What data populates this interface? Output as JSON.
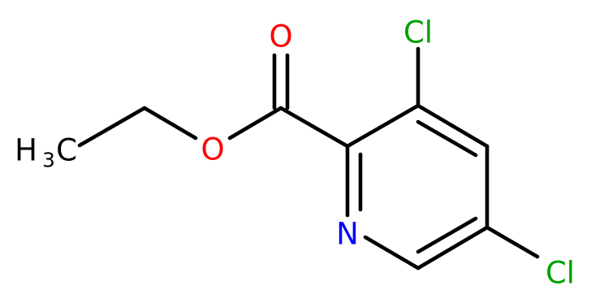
{
  "structure": {
    "labels": {
      "methyl": "H",
      "methyl_sub": "3",
      "methyl_c": "C",
      "ester_o": "O",
      "carbonyl_o": "O",
      "ring_n": "N",
      "cl_top": "Cl",
      "cl_right": "Cl"
    },
    "colors": {
      "carbon": "#000000",
      "oxygen": "#ff0000",
      "nitrogen": "#0000ff",
      "chlorine": "#00a000"
    }
  }
}
